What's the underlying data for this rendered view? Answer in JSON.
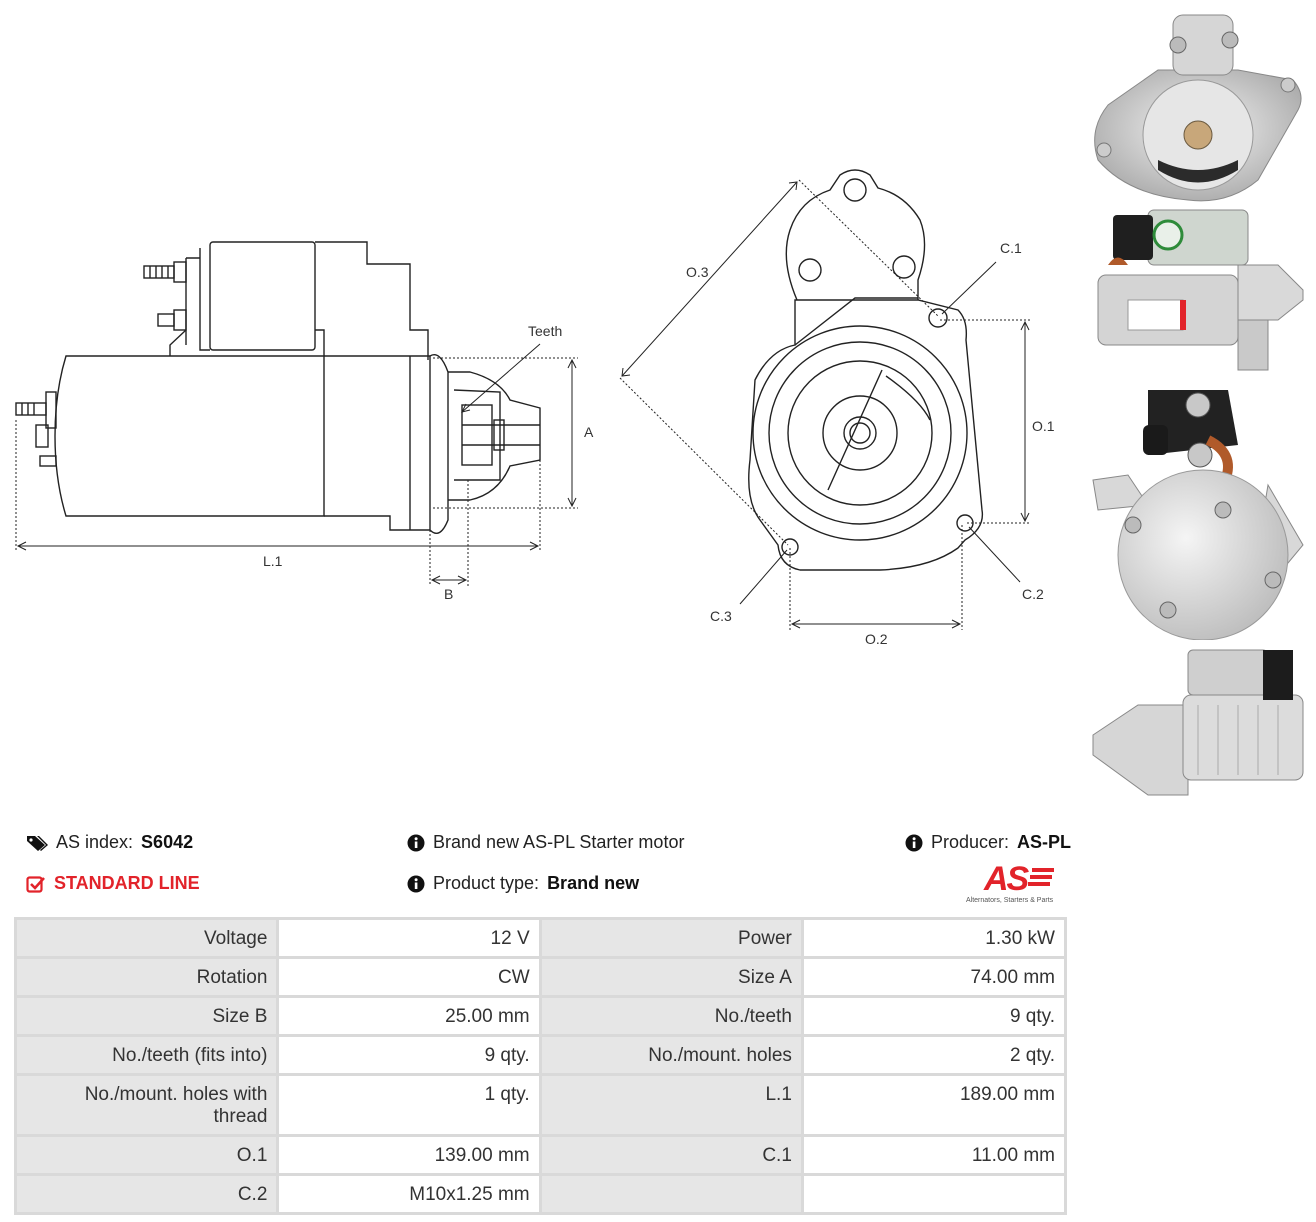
{
  "drawing": {
    "label_teeth": "Teeth",
    "label_a": "A",
    "label_b": "B",
    "label_l1": "L.1",
    "label_o1": "O.1",
    "label_o2": "O.2",
    "label_o3": "O.3",
    "label_c1": "C.1",
    "label_c2": "C.2",
    "label_c3": "C.3"
  },
  "info": {
    "as_index_label": "AS index:",
    "as_index_value": "S6042",
    "line": "STANDARD LINE",
    "description": "Brand new AS-PL Starter motor",
    "product_type_label": "Product type:",
    "product_type_value": "Brand new",
    "producer_label": "Producer:",
    "producer_value": "AS-PL",
    "logo_text": "AS",
    "logo_tagline": "Alternators, Starters & Parts"
  },
  "specs": [
    [
      {
        "label": "Voltage",
        "value": "12 V"
      },
      {
        "label": "Power",
        "value": "1.30 kW"
      }
    ],
    [
      {
        "label": "Rotation",
        "value": "CW"
      },
      {
        "label": "Size A",
        "value": "74.00 mm"
      }
    ],
    [
      {
        "label": "Size B",
        "value": "25.00 mm"
      },
      {
        "label": "No./teeth",
        "value": "9 qty."
      }
    ],
    [
      {
        "label": "No./teeth (fits into)",
        "value": "9 qty."
      },
      {
        "label": "No./mount. holes",
        "value": "2 qty."
      }
    ],
    [
      {
        "label": "No./mount. holes with thread",
        "value": "1 qty."
      },
      {
        "label": "L.1",
        "value": "189.00 mm"
      }
    ],
    [
      {
        "label": "O.1",
        "value": "139.00 mm"
      },
      {
        "label": "C.1",
        "value": "11.00 mm"
      }
    ],
    [
      {
        "label": "C.2",
        "value": "M10x1.25 mm"
      },
      {
        "label": "",
        "value": ""
      }
    ]
  ],
  "colors": {
    "accent_red": "#e2232a",
    "label_bg": "#e6e6e6",
    "border": "#d9d9d9"
  }
}
